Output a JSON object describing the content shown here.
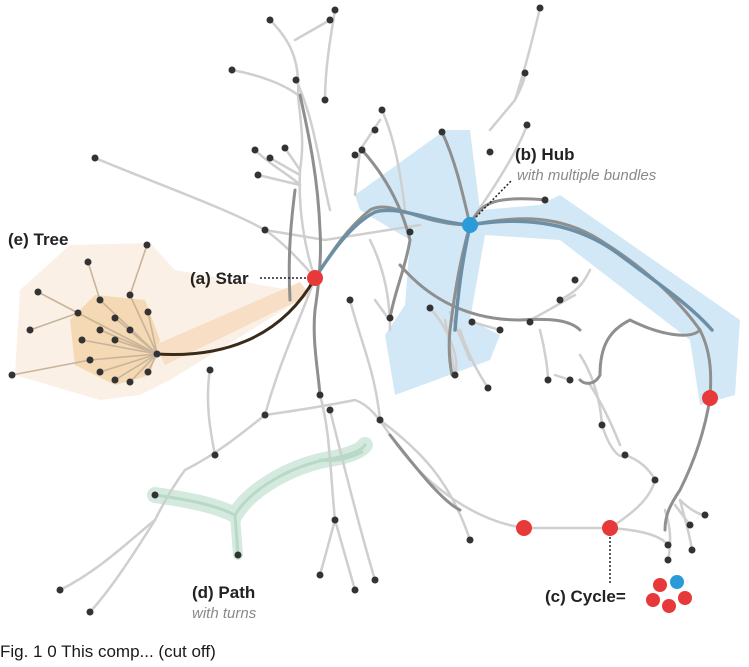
{
  "labels": {
    "star": "(a) Star",
    "hub": "(b) Hub",
    "hub_sub": "with multiple bundles",
    "cycle": "(c) Cycle=",
    "path": "(d) Path",
    "path_sub": "with turns",
    "tree": "(e) Tree"
  },
  "caption": "Fig. 1 0  This comp... (cut off)",
  "colors": {
    "node": "#333333",
    "edge": "#cfcfcf",
    "edge_dark": "#888888",
    "highlight_red": "#e8393a",
    "highlight_blue": "#2a9ad8",
    "hub_region": "#cde6f5",
    "tree_region": "#f6d9b8",
    "path_region": "#cfe8dc"
  }
}
